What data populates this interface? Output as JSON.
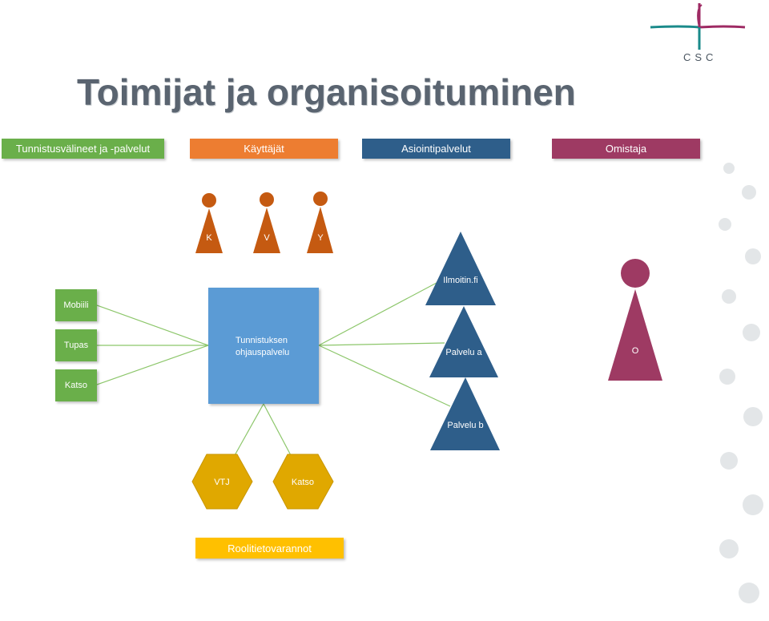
{
  "title": "Toimijat ja organisoituminen",
  "logo": {
    "text": "CSC",
    "icon": "csc-logo-icon"
  },
  "headers": {
    "tunnistus": "Tunnistusvälineet ja -palvelut",
    "kayttajat": "Käyttäjät",
    "asiointi": "Asiointipalvelut",
    "omistaja": "Omistaja"
  },
  "users": [
    "K",
    "V",
    "Y"
  ],
  "methods": [
    "Mobiili",
    "Tupas",
    "Katso"
  ],
  "center": "Tunnistuksen\nohjauspalvelu",
  "services": [
    "Ilmoitin.fi",
    "Palvelu a",
    "Palvelu b"
  ],
  "registries": [
    "VTJ",
    "Katso"
  ],
  "roles_label": "Roolitietovarannot",
  "owner": "O",
  "colors": {
    "green": "#6aaf4a",
    "orange": "#ed7d31",
    "user_orange": "#c55a11",
    "blue_dark": "#2e5e8a",
    "blue_light": "#5b9bd5",
    "magenta": "#9e3a63",
    "gold": "#e0a800",
    "yellow": "#ffc000",
    "line": "#8cc66a"
  }
}
